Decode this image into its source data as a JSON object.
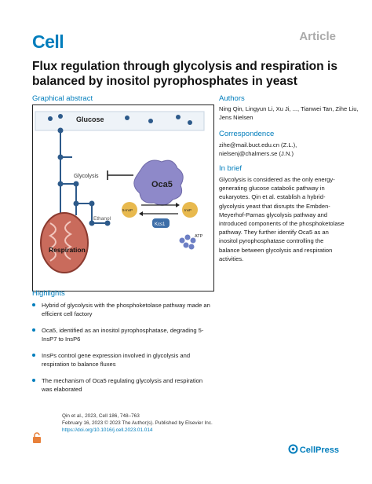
{
  "journal": "Cell",
  "article_type": "Article",
  "title": "Flux regulation through glycolysis and respiration is balanced by inositol pyrophosphates in yeast",
  "graphical_abstract": {
    "heading": "Graphical abstract",
    "labels": {
      "glucose": "Glucose",
      "glycolysis": "Glycolysis",
      "oca5": "Oca5",
      "ethanol": "Ethanol",
      "respiration": "Respiration",
      "insp7": "5-InsP",
      "insp6": "InsP",
      "kcs1": "Kcs1",
      "atp": "ATP"
    },
    "colors": {
      "pathway": "#2d5a8a",
      "mito": "#a0483a",
      "oca5": "#8e89c9",
      "insp": "#e8b94e",
      "atp": "#6d7fc4"
    }
  },
  "highlights": {
    "heading": "Highlights",
    "items": [
      "Hybrid of glycolysis with the phosphoketolase pathway made an efficient cell factory",
      "Oca5, identified as an inositol pyrophosphatase, degrading 5-InsP7 to InsP6",
      "InsPs control gene expression involved in glycolysis and respiration to balance fluxes",
      "The mechanism of Oca5 regulating glycolysis and respiration was elaborated"
    ]
  },
  "authors": {
    "heading": "Authors",
    "names": "Ning Qin, Lingyun Li, Xu Ji, ..., Tianwei Tan, Zihe Liu, Jens Nielsen"
  },
  "correspondence": {
    "heading": "Correspondence",
    "email1": "zihe@mail.buct.edu.cn (Z.L.),",
    "email2": "nielsenj@chalmers.se (J.N.)"
  },
  "in_brief": {
    "heading": "In brief",
    "text": "Glycolysis is considered as the only energy-generating glucose catabolic pathway in eukaryotes. Qin et al. establish a hybrid-glycolysis yeast that disrupts the Embden-Meyerhof-Parnas glycolysis pathway and introduced components of the phosphoketolase pathway. They further identify Oca5 as an inositol pyrophosphatase controlling the balance between glycolysis and respiration activities."
  },
  "footer": {
    "citation": "Qin et al., 2023, Cell 186, 748–763",
    "date_line": "February 16, 2023 © 2023 The Author(s). Published by Elsevier Inc.",
    "doi": "https://doi.org/10.1016/j.cell.2023.01.014",
    "publisher": "CellPress"
  }
}
